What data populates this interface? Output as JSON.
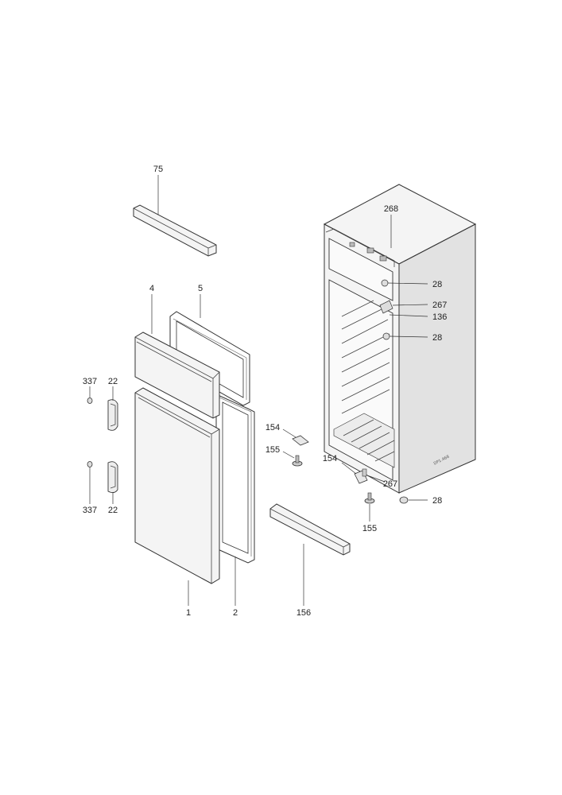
{
  "callouts": {
    "p75": "75",
    "p268": "268",
    "p28a": "28",
    "p267a": "267",
    "p136": "136",
    "p28b": "28",
    "p4": "4",
    "p5": "5",
    "p337a": "337",
    "p22a": "22",
    "p154a": "154",
    "p155a": "155",
    "p154b": "154",
    "p267b": "267",
    "p28c": "28",
    "p155b": "155",
    "p337b": "337",
    "p22b": "22",
    "p1": "1",
    "p2": "2",
    "p156": "156"
  },
  "drawing_code": "DP1.468"
}
